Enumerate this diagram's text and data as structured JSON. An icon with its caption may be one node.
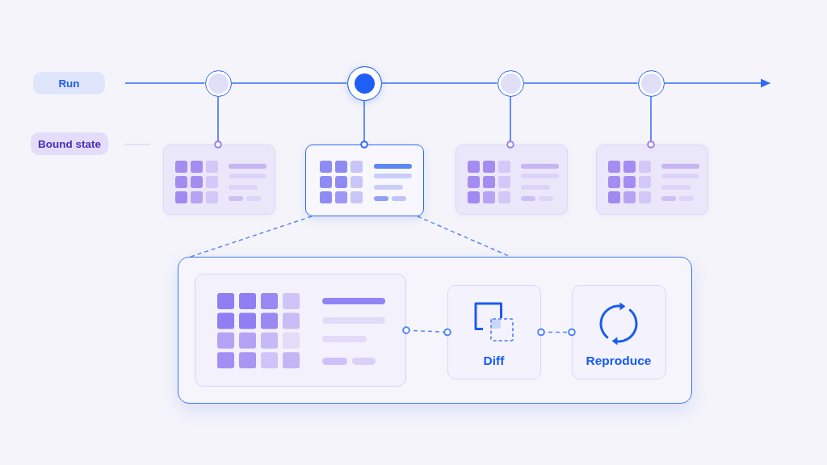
{
  "diagram": {
    "nodes": [
      {
        "text": [
          "Run"
        ]
      },
      {
        "text": [],
        "shape": "circle"
      },
      {
        "text": [],
        "shape": "circle"
      },
      {
        "text": [],
        "shape": "circle"
      },
      {
        "text": [],
        "shape": "circle"
      },
      {
        "text": [
          "Bound state"
        ]
      },
      {
        "text": [],
        "shape": "box"
      },
      {
        "text": [],
        "shape": "box"
      },
      {
        "text": [],
        "shape": "box"
      },
      {
        "text": [],
        "shape": "box"
      },
      {
        "text": [],
        "shape": "box"
      },
      {
        "text": [],
        "shape": "box",
        "in": 10
      },
      {
        "text": [
          "Diff"
        ],
        "in": 10
      },
      {
        "text": [
          "Reproduce"
        ],
        "in": 10
      }
    ],
    "edges": [
      {
        "from": null,
        "to": 1,
        "arrow": "none"
      },
      {
        "from": 1,
        "to": 2,
        "arrow": "none"
      },
      {
        "from": 2,
        "to": 3,
        "arrow": "none"
      },
      {
        "from": 3,
        "to": 4,
        "arrow": "none"
      },
      {
        "from": 4,
        "to": null,
        "arrow": "to"
      },
      {
        "from": 1,
        "to": 6,
        "arrow": "other"
      },
      {
        "from": 2,
        "to": 7,
        "arrow": "other"
      },
      {
        "from": 3,
        "to": 8,
        "arrow": "other"
      },
      {
        "from": 4,
        "to": 9,
        "arrow": "other"
      },
      {
        "from": 7,
        "to": 10,
        "arrow": "none",
        "style": "dashed"
      },
      {
        "from": 7,
        "to": 10,
        "arrow": "none",
        "style": "dashed"
      },
      {
        "from": 11,
        "to": 12,
        "arrow": "other",
        "style": "dashed"
      },
      {
        "from": 12,
        "to": 13,
        "arrow": "other",
        "style": "dashed"
      }
    ]
  }
}
